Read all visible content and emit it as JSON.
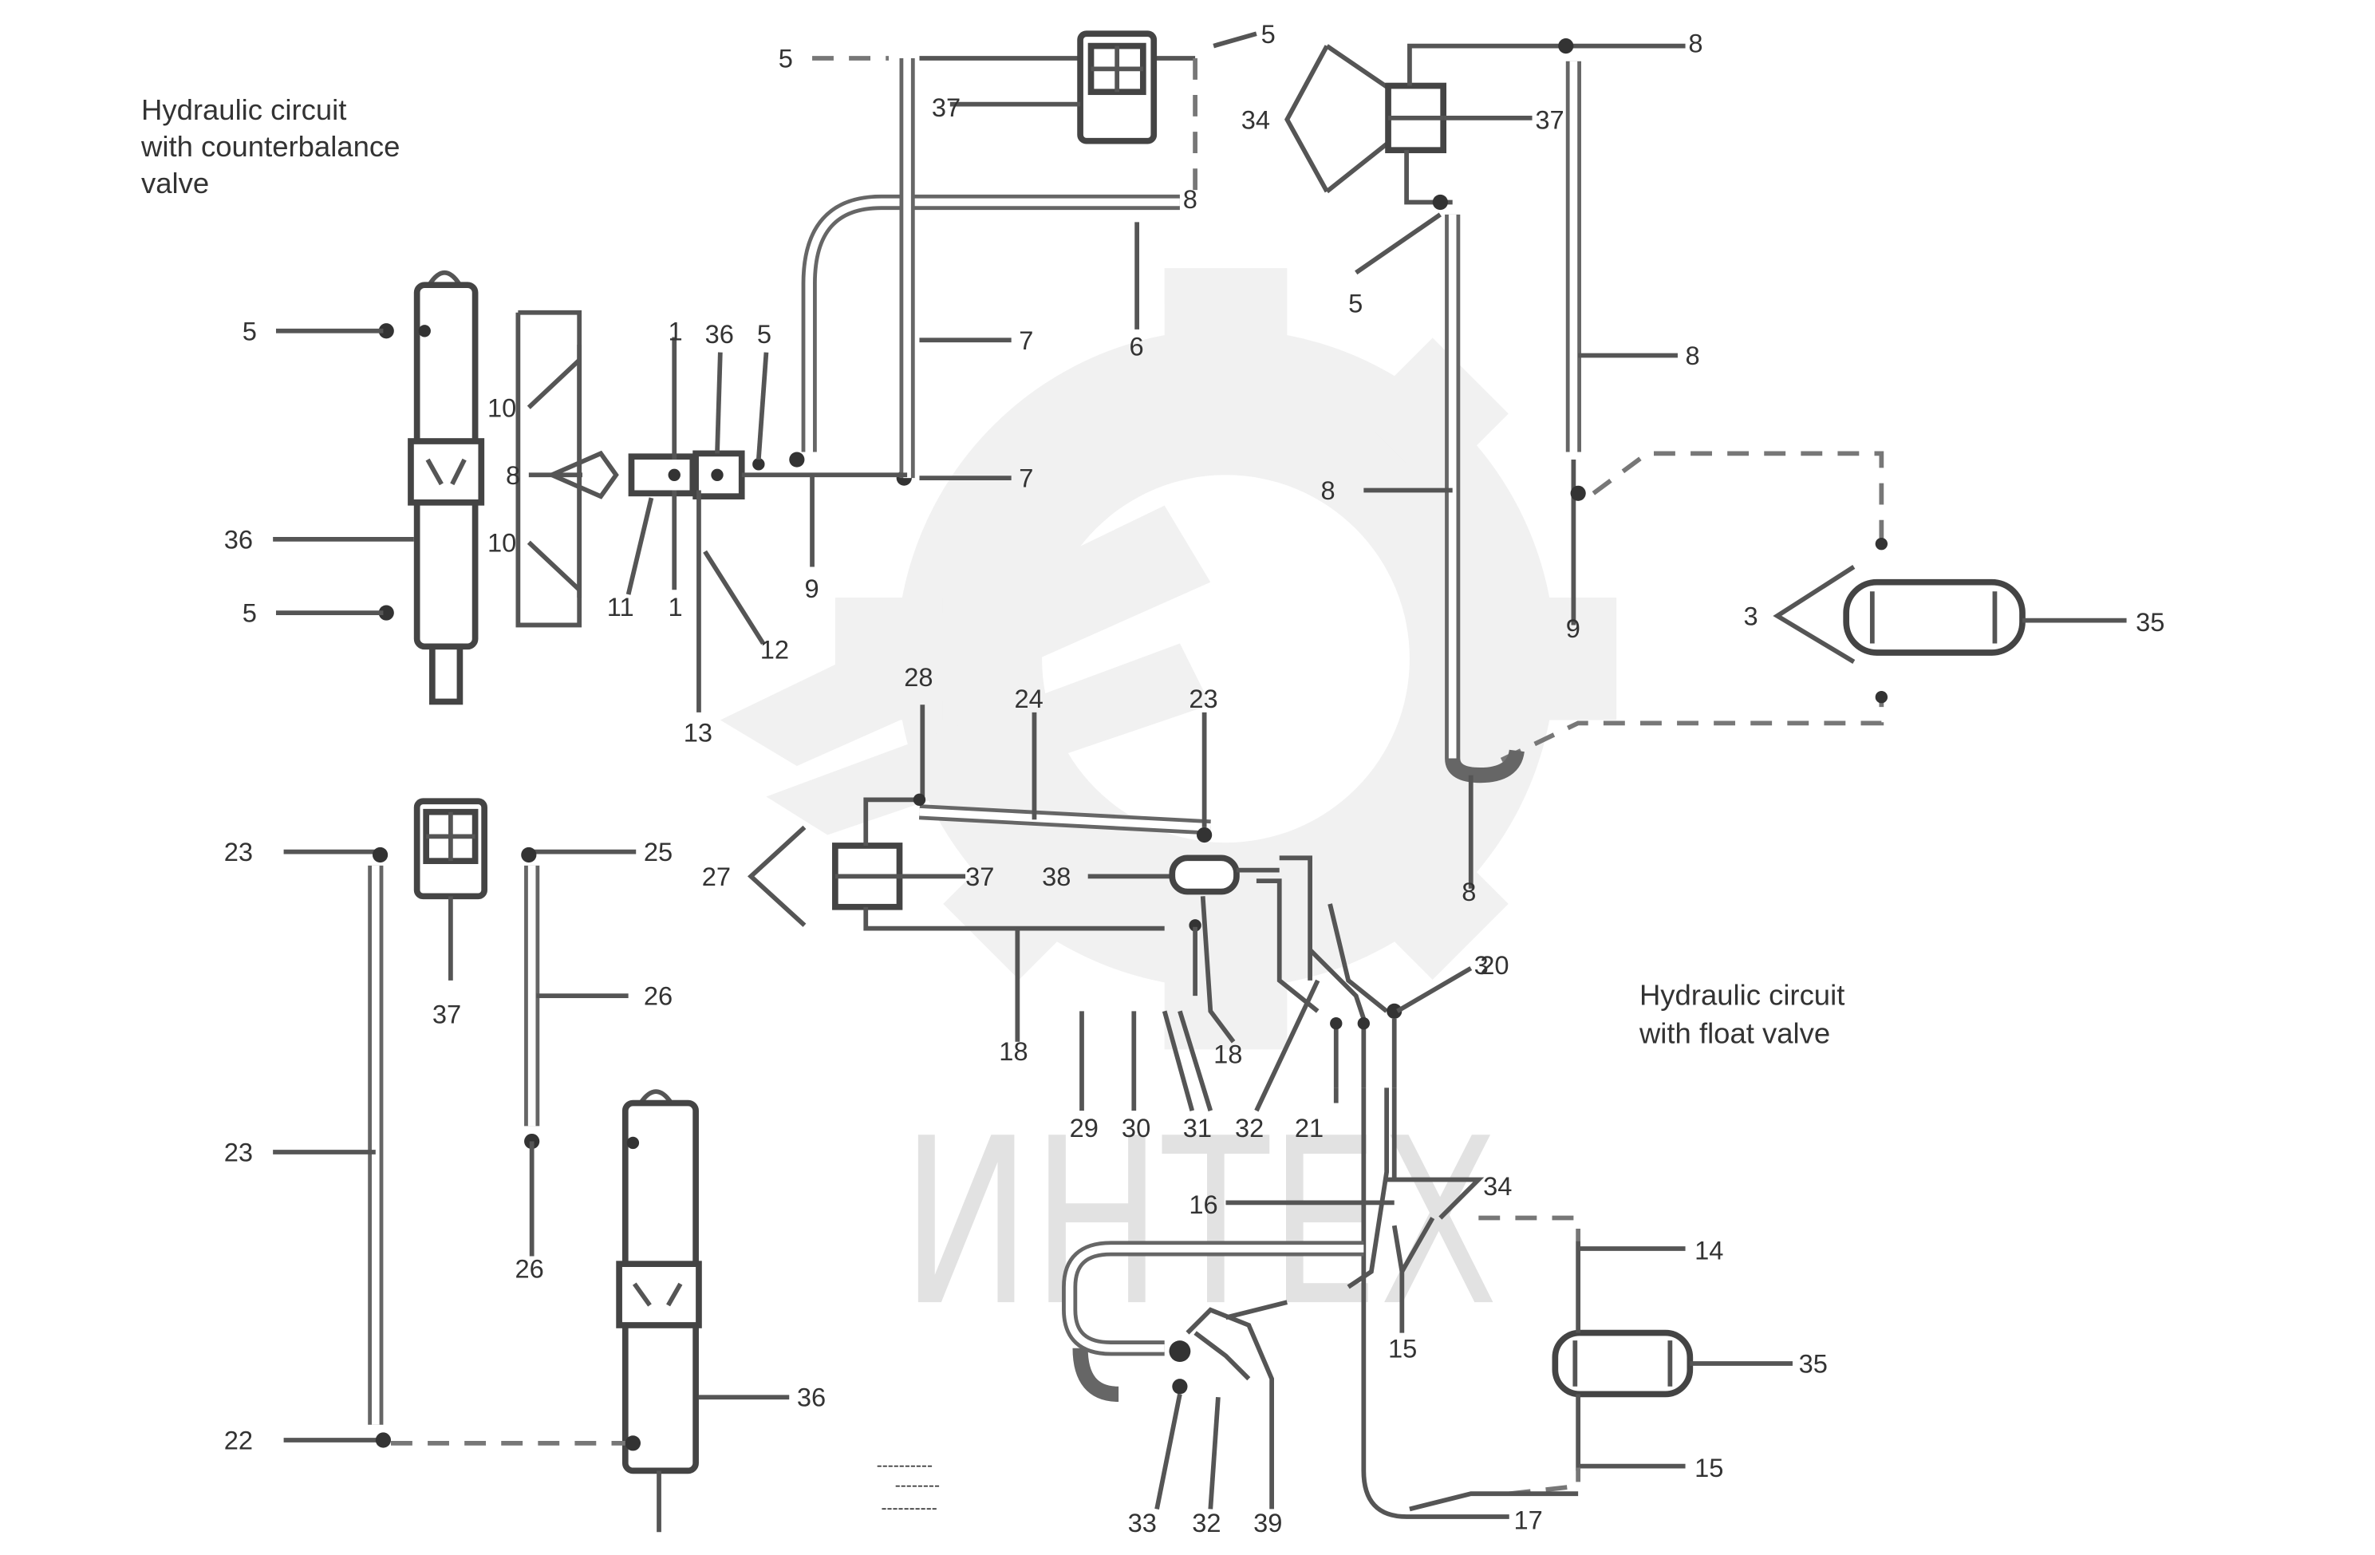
{
  "captions": {
    "counterbalance": [
      "Hydraulic circuit",
      "with counterbalance",
      "valve"
    ],
    "float": [
      "Hydraulic circuit",
      "with float valve"
    ],
    "doc_code": [
      "----------",
      "--------",
      "----------"
    ]
  },
  "watermark": {
    "text": "ИНТЕХ",
    "logo_icon": "gear-logo-icon"
  },
  "labels": {
    "top_a": "5",
    "top_b": "37",
    "top_c": "5",
    "top_d": "34",
    "top_e": "37",
    "top_f": "8",
    "top_g": "8",
    "top_h": "7",
    "top_i": "6",
    "top_j": "7",
    "top_k": "8",
    "top_l": "5",
    "top_m": "9",
    "top_n": "8",
    "left_a": "5",
    "left_b": "10",
    "left_c": "8",
    "left_d": "36",
    "left_e": "10",
    "left_f": "5",
    "mid_a": "1",
    "mid_b": "36",
    "mid_c": "5",
    "mid_d": "11",
    "mid_e": "1",
    "mid_f": "12",
    "mid_g": "13",
    "mid_h": "9",
    "right_a": "8",
    "right_b": "3",
    "right_c": "35",
    "right_d": "3",
    "low_a": "23",
    "low_b": "37",
    "low_c": "25",
    "low_d": "26",
    "low_e": "23",
    "low_f": "26",
    "low_g": "22",
    "low_h": "36",
    "ctr_a": "28",
    "ctr_b": "24",
    "ctr_c": "23",
    "ctr_d": "27",
    "ctr_e": "37",
    "ctr_f": "38",
    "ctr_g": "18",
    "ctr_h": "18",
    "bot_a": "29",
    "bot_b": "30",
    "bot_c": "31",
    "bot_d": "32",
    "bot_e": "21",
    "bot_f": "20",
    "flt_a": "16",
    "flt_b": "34",
    "flt_c": "15",
    "flt_d": "14",
    "flt_e": "35",
    "flt_f": "15",
    "flt_g": "17",
    "foot_a": "33",
    "foot_b": "32",
    "foot_c": "39"
  }
}
